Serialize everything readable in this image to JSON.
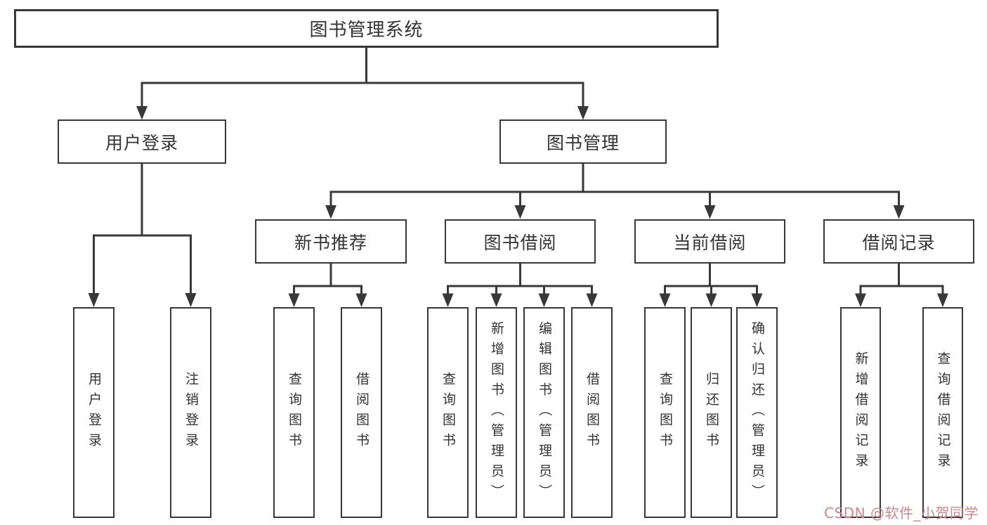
{
  "tree": {
    "label": "图书管理系统",
    "children": [
      {
        "label": "用户登录",
        "children": [
          {
            "label": "用户登录"
          },
          {
            "label": "注销登录"
          }
        ]
      },
      {
        "label": "图书管理",
        "children": [
          {
            "label": "新书推荐",
            "children": [
              {
                "label": "查询图书"
              },
              {
                "label": "借阅图书"
              }
            ]
          },
          {
            "label": "图书借阅",
            "children": [
              {
                "label": "查询图书"
              },
              {
                "label": "新增图书（管理员）"
              },
              {
                "label": "编辑图书（管理员）"
              },
              {
                "label": "借阅图书"
              }
            ]
          },
          {
            "label": "当前借阅",
            "children": [
              {
                "label": "查询图书"
              },
              {
                "label": "归还图书"
              },
              {
                "label": "确认归还（管理员）"
              }
            ]
          },
          {
            "label": "借阅记录",
            "children": [
              {
                "label": "新增借阅记录"
              },
              {
                "label": "查询借阅记录"
              }
            ]
          }
        ]
      }
    ]
  },
  "watermark": {
    "text": "CSDN @软件_小贺同学"
  },
  "colors": {
    "line": "#383838",
    "text": "#333333",
    "watermark_pink": "#d2858a",
    "background": "#ffffff"
  }
}
